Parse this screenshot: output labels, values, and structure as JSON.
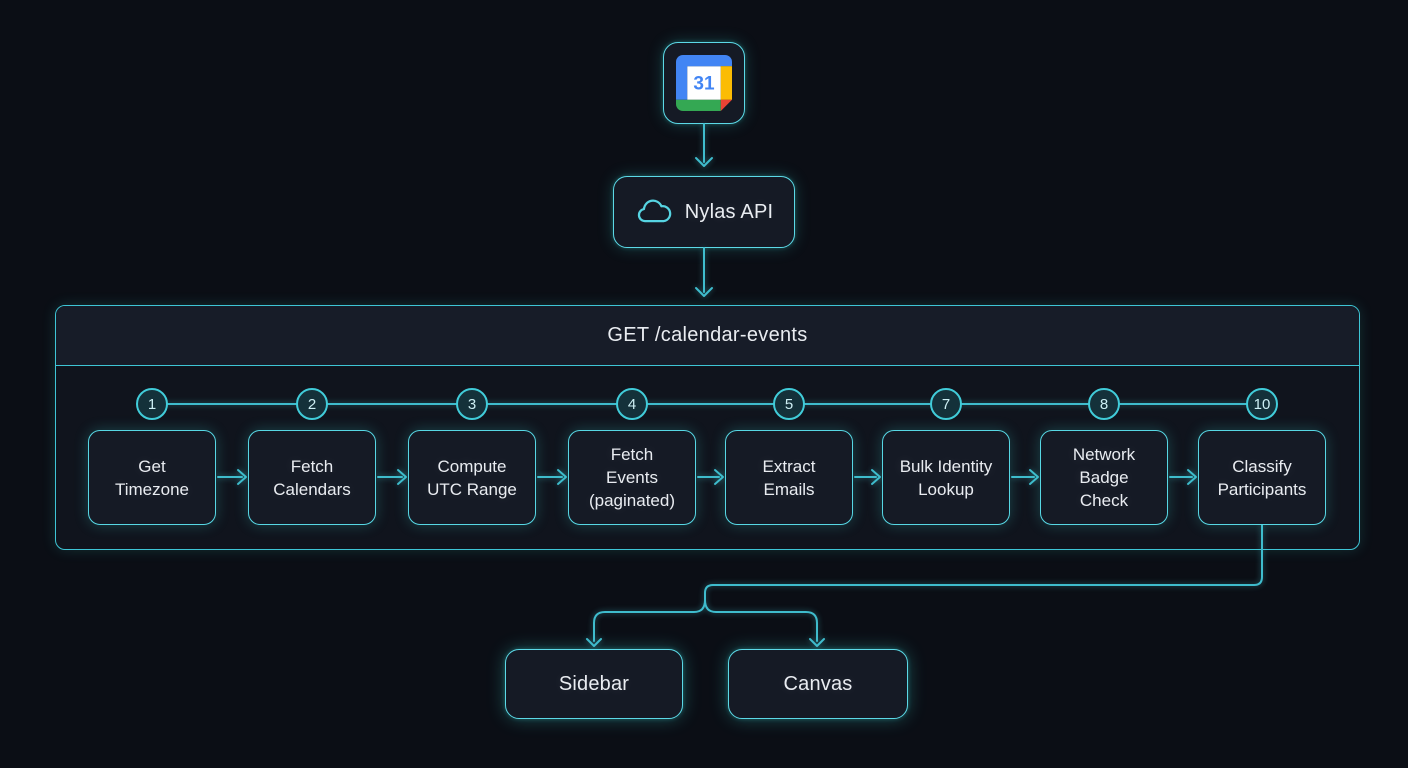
{
  "palette": {
    "background": "#0b0e15",
    "node_fill": "#151a25",
    "accent_border": "#5cd9e7",
    "line": "#3fbccd",
    "text": "#e9ecf1"
  },
  "source": {
    "icon": "google-calendar-icon",
    "day_number": "31",
    "colors": {
      "blue": "#4285F4",
      "green": "#34A853",
      "yellow": "#FBBC04",
      "red": "#EA4335",
      "white": "#ffffff"
    }
  },
  "api_node": {
    "icon": "cloud-icon",
    "label": "Nylas API"
  },
  "pipeline": {
    "title": "GET /calendar-events",
    "steps": [
      {
        "num": "1",
        "label": "Get\nTimezone"
      },
      {
        "num": "2",
        "label": "Fetch\nCalendars"
      },
      {
        "num": "3",
        "label": "Compute\nUTC Range"
      },
      {
        "num": "4",
        "label": "Fetch\nEvents\n(paginated)"
      },
      {
        "num": "5",
        "label": "Extract\nEmails"
      },
      {
        "num": "7",
        "label": "Bulk Identity\nLookup"
      },
      {
        "num": "8",
        "label": "Network\nBadge\nCheck"
      },
      {
        "num": "10",
        "label": "Classify\nParticipants"
      }
    ]
  },
  "outputs": [
    {
      "label": "Sidebar"
    },
    {
      "label": "Canvas"
    }
  ]
}
